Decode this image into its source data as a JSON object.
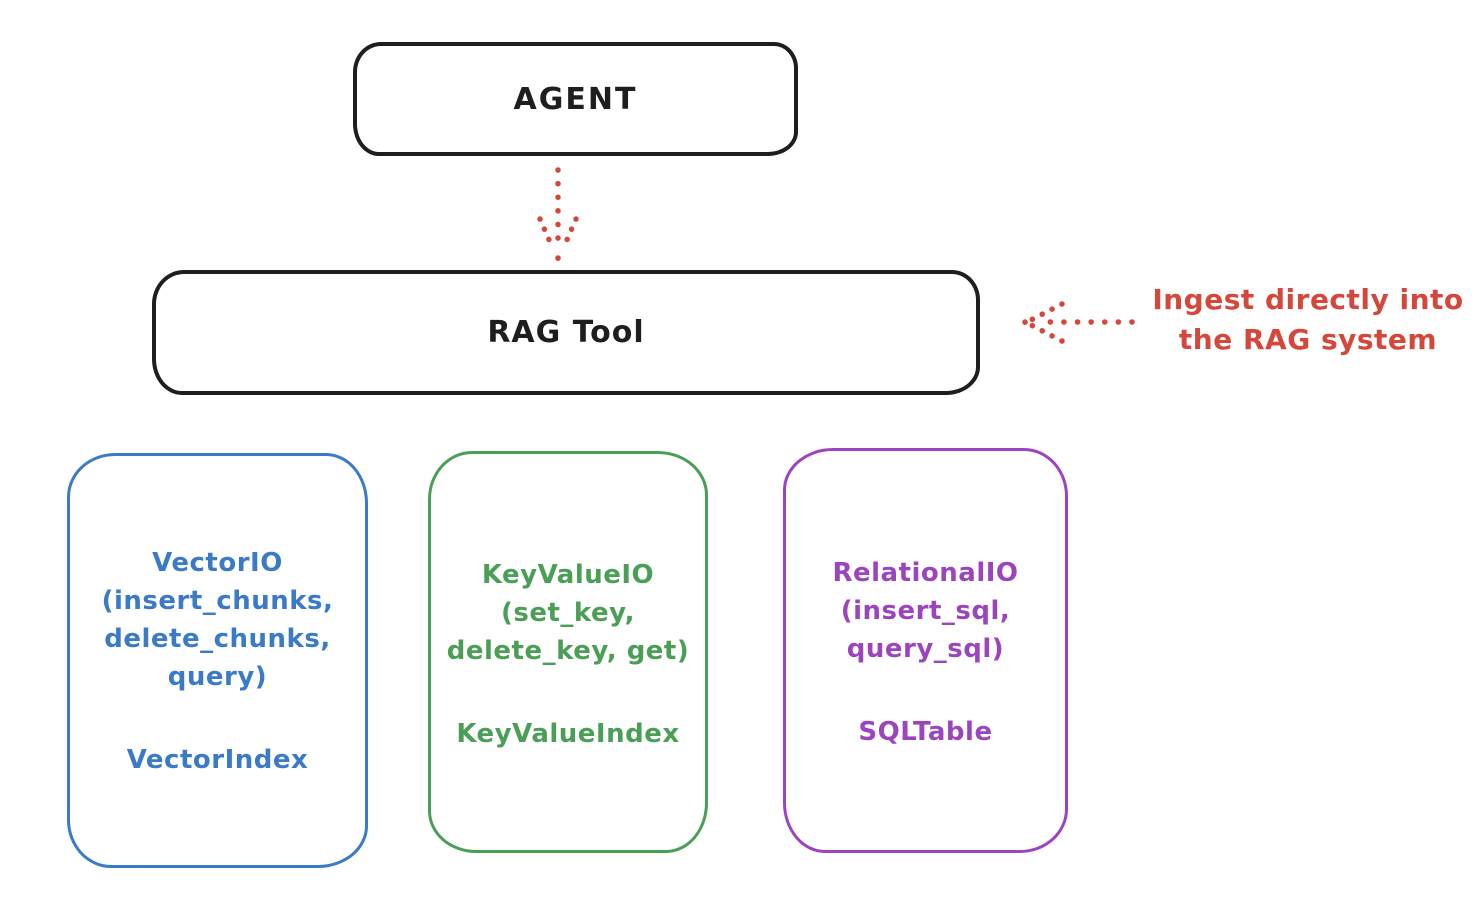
{
  "canvas": {
    "background": "#ffffff",
    "stroke_black": "#1e1e1e",
    "accent_red": "#d5463b",
    "accent_blue": "#3b7ac6",
    "accent_green": "#4a9e55",
    "accent_purple": "#9b44bd"
  },
  "nodes": {
    "agent": {
      "label": "AGENT",
      "color": "#1e1e1e"
    },
    "rag_tool": {
      "label": "RAG Tool",
      "color": "#1e1e1e"
    },
    "vector": {
      "lines": [
        "VectorIO",
        "(insert_chunks,",
        "delete_chunks,",
        "query)"
      ],
      "index_label": "VectorIndex",
      "color": "#3b7ac6"
    },
    "keyvalue": {
      "lines": [
        "KeyValueIO",
        "(set_key,",
        "delete_key, get)"
      ],
      "index_label": "KeyValueIndex",
      "color": "#4a9e55"
    },
    "relational": {
      "lines": [
        "RelationalIO",
        "(insert_sql,",
        "query_sql)"
      ],
      "index_label": "SQLTable",
      "color": "#9b44bd"
    }
  },
  "annotation": {
    "lines": [
      "Ingest directly into",
      "the RAG system"
    ],
    "color": "#d5463b"
  },
  "arrows": {
    "agent_to_rag": {
      "style": "dotted",
      "color": "#d5463b",
      "direction": "down",
      "from": "AGENT",
      "to": "RAG Tool"
    },
    "ingest_to_rag": {
      "style": "dotted",
      "color": "#d5463b",
      "direction": "left",
      "from": "annotation",
      "to": "RAG Tool"
    }
  }
}
